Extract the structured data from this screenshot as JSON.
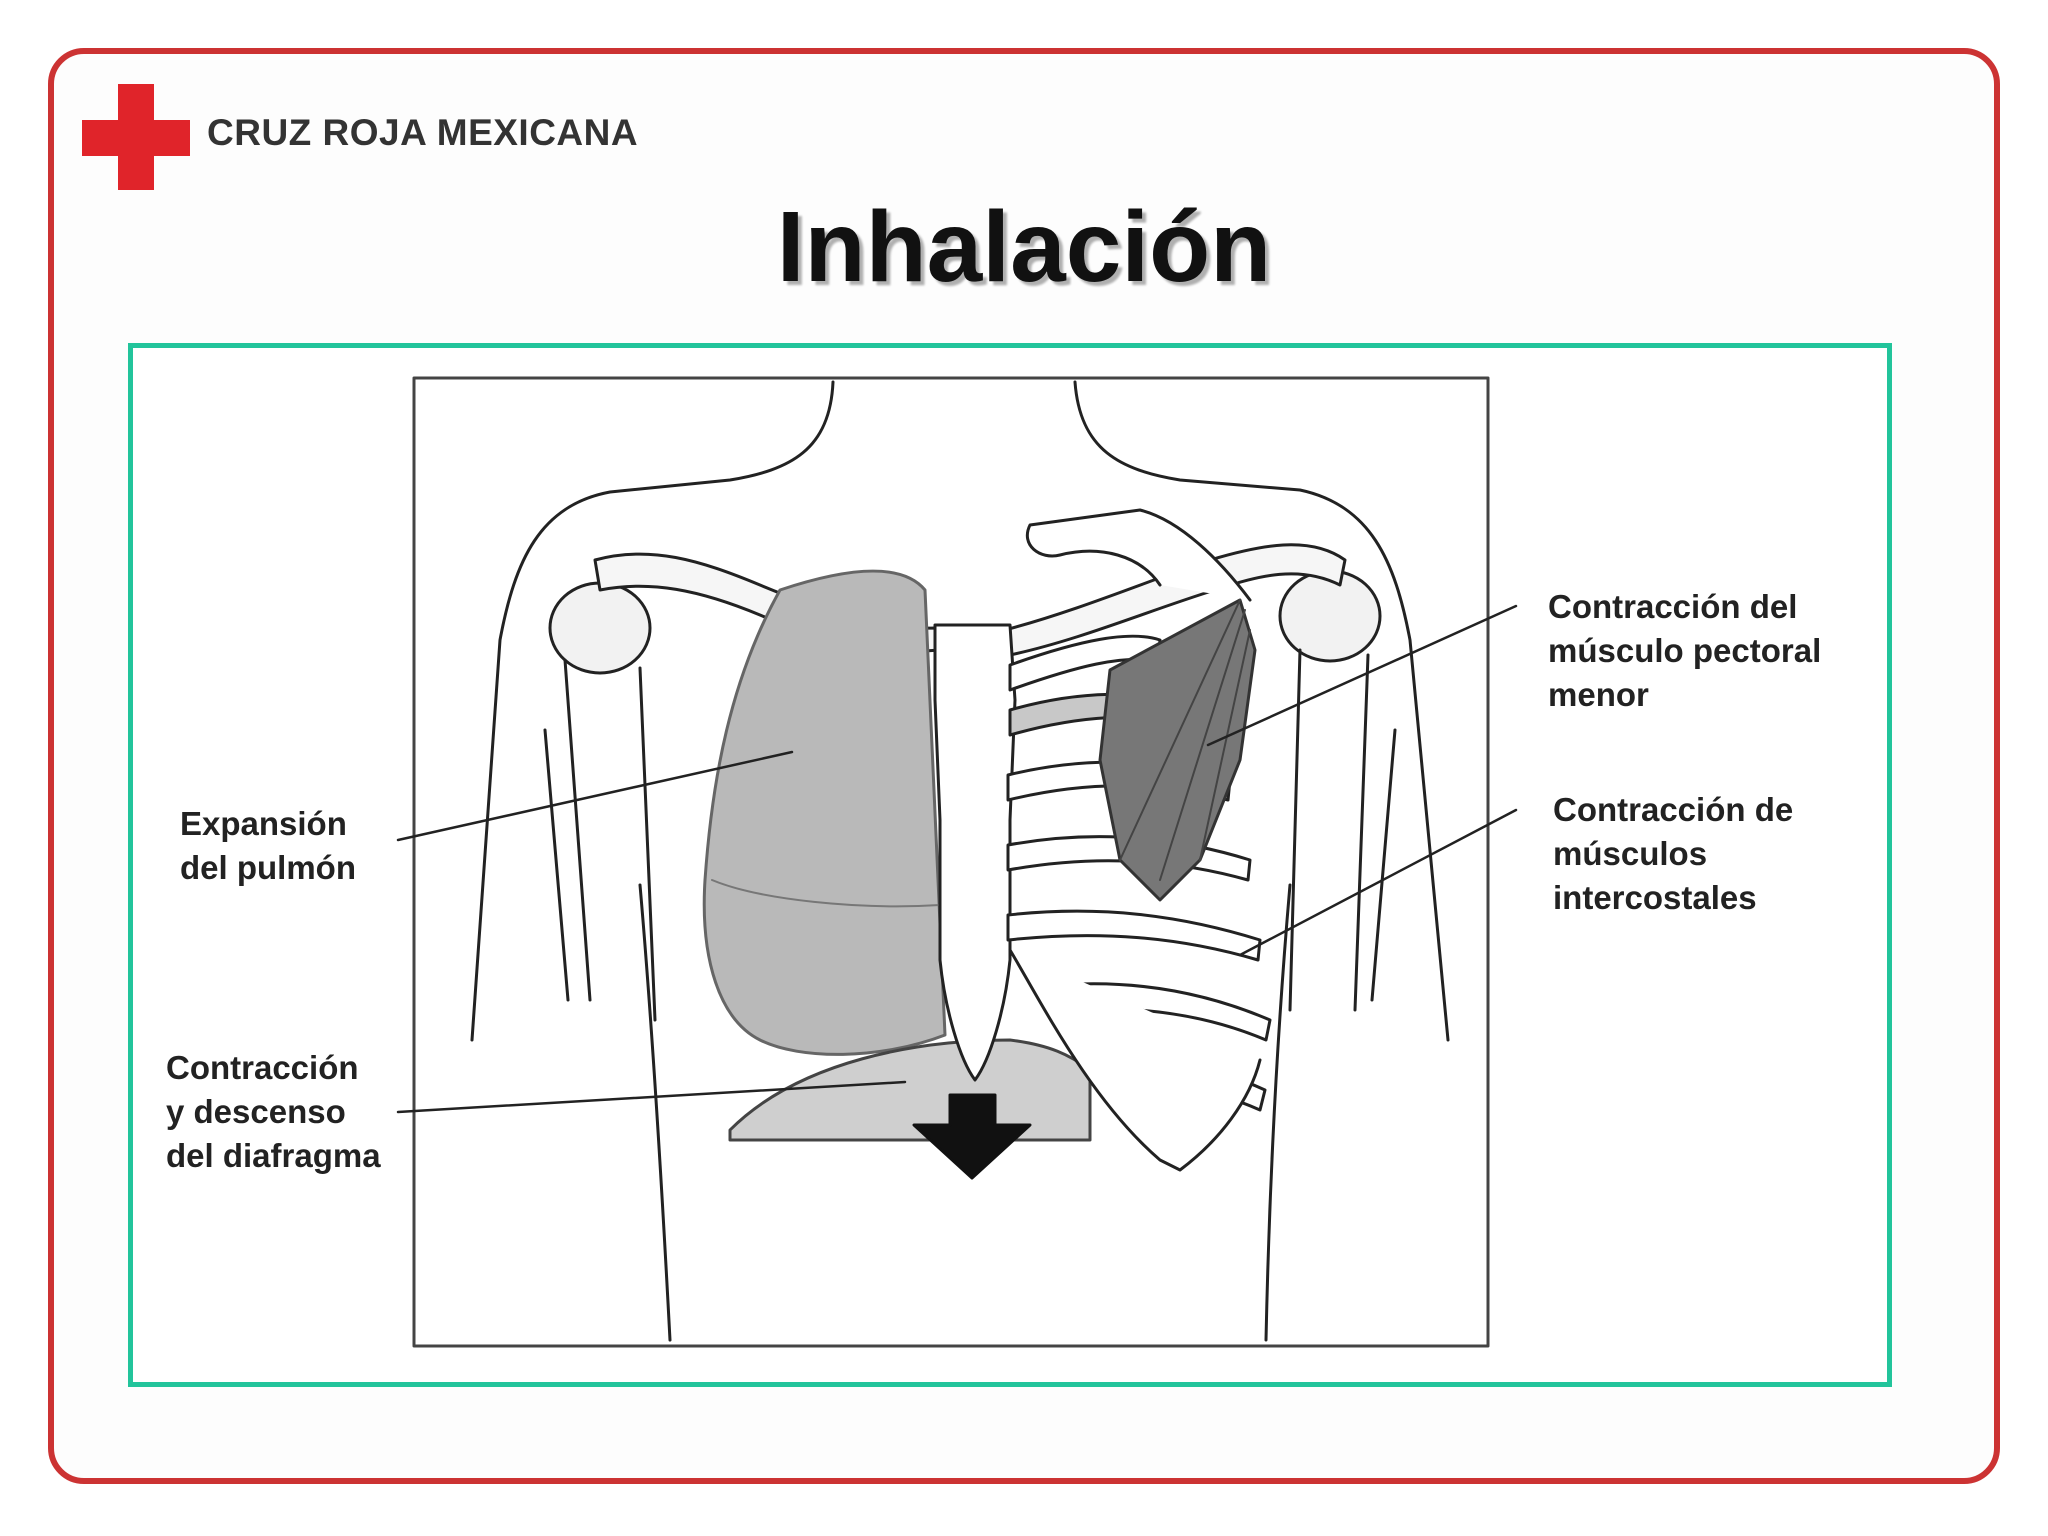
{
  "header": {
    "brand": "CRUZ ROJA MEXICANA",
    "logo_icon": "red-cross-icon",
    "title": "Inhalación"
  },
  "colors": {
    "frame": "#cc3333",
    "panel_border": "#22c49b",
    "cross": "#e0242a",
    "muscle": "#777777",
    "lung": "#b9b9b9"
  },
  "diagram": {
    "labels": {
      "lung": [
        "Expansión",
        "del pulmón"
      ],
      "diaphragm": [
        "Contracción",
        "y descenso",
        "del diafragma"
      ],
      "pectoral": [
        "Contracción del",
        "músculo pectoral",
        "menor"
      ],
      "intercostal": [
        "Contracción de",
        "músculos",
        "intercostales"
      ]
    },
    "arrow_icon": "down-arrow-icon"
  }
}
